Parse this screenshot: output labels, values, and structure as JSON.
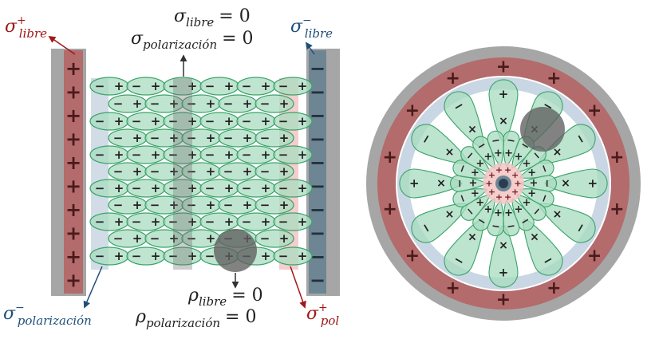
{
  "labels": {
    "sigma_libre_plus": {
      "symbol": "σ",
      "sup": "+",
      "sub": "libre"
    },
    "sigma_libre_minus": {
      "symbol": "σ",
      "sup": "−",
      "sub": "libre"
    },
    "sigma_polarizacion_minus": {
      "symbol": "σ",
      "sup": "−",
      "sub": "polarización"
    },
    "sigma_pol_plus": {
      "symbol": "σ",
      "sup": "+",
      "sub": "pol"
    },
    "center_top_1": {
      "symbol": "σ",
      "sub": "libre",
      "rhs": "= 0"
    },
    "center_top_2": {
      "symbol": "σ",
      "sub": "polarización",
      "rhs": "= 0"
    },
    "bottom_1": {
      "symbol": "ρ",
      "sub": "libre",
      "rhs": "= 0"
    },
    "bottom_2": {
      "symbol": "ρ",
      "sub": "polarización",
      "rhs": "= 0"
    }
  },
  "signs": {
    "plus": "+",
    "minus": "−",
    "cross": "×"
  },
  "colors": {
    "red_dark": "#a01818",
    "blue_dark": "#1f4e79",
    "plate_gray": "#a6a6a6",
    "plate_red": "#b36b6b",
    "plate_blue": "#6e8594",
    "dipole_green": "#a9dcc0",
    "dipole_stroke": "#3aa36a",
    "shade": "#5f5f5f",
    "pol_blue": "#c9d6e3",
    "pol_red": "#f2c4c4"
  }
}
